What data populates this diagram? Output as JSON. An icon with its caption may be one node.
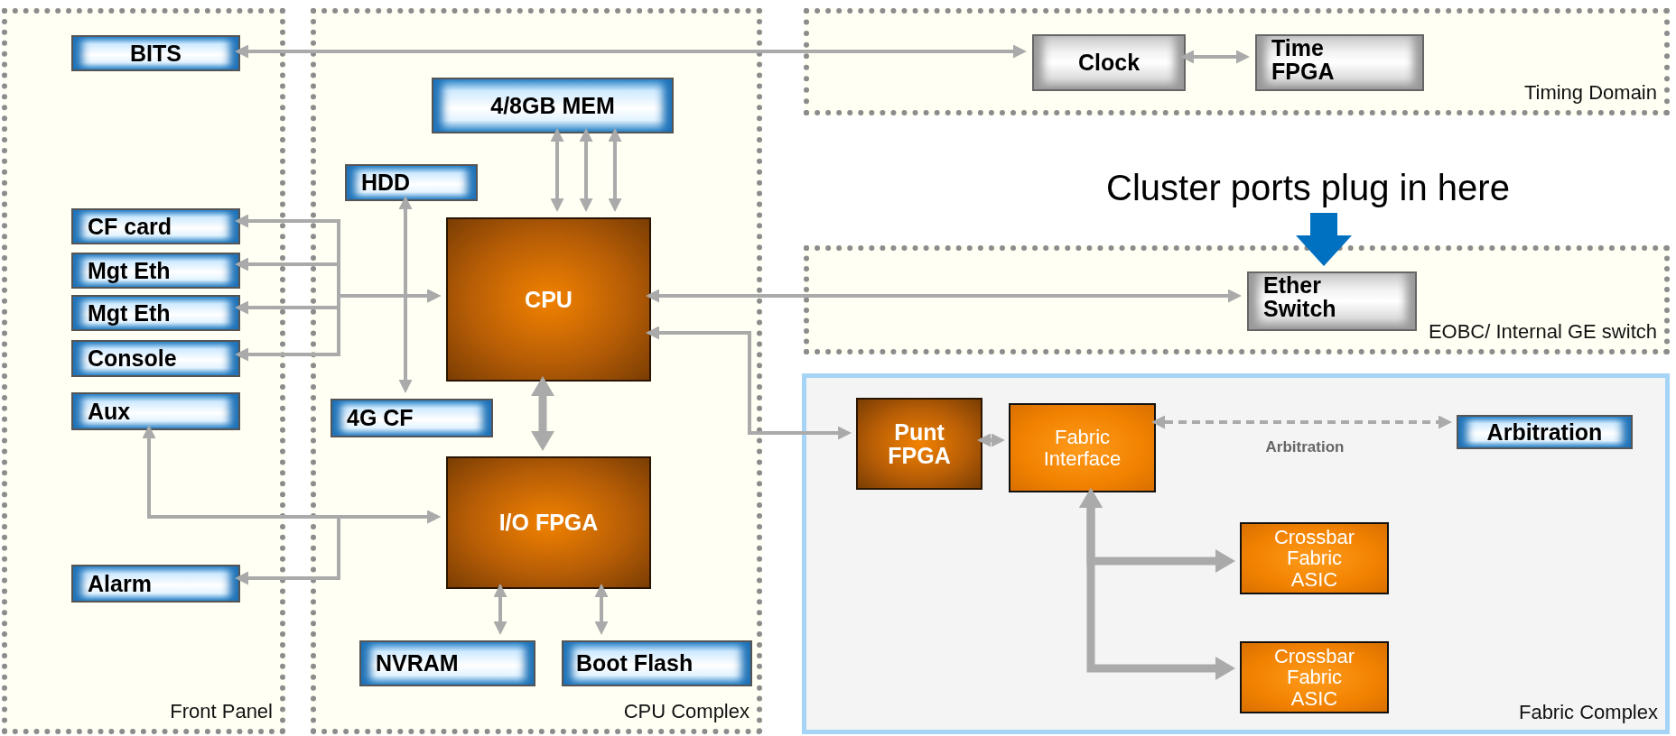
{
  "diagram": {
    "nodes": [
      {
        "text": [
          "Front Panel"
        ]
      },
      {
        "text": [
          "CPU Complex"
        ]
      },
      {
        "text": [
          "Timing Domain"
        ]
      },
      {
        "text": [
          "EOBC/ Internal GE switch"
        ]
      },
      {
        "text": [
          "Fabric Complex"
        ]
      },
      {
        "text": [
          "BITS"
        ],
        "in": 0
      },
      {
        "text": [
          "CF card"
        ],
        "in": 0
      },
      {
        "text": [
          "Mgt Eth"
        ],
        "in": 0
      },
      {
        "text": [
          "Mgt Eth"
        ],
        "in": 0
      },
      {
        "text": [
          "Console"
        ],
        "in": 0
      },
      {
        "text": [
          "Aux"
        ],
        "in": 0
      },
      {
        "text": [
          "Alarm"
        ],
        "in": 0
      },
      {
        "text": [
          "4/8GB MEM"
        ],
        "in": 1
      },
      {
        "text": [
          "HDD"
        ],
        "in": 1
      },
      {
        "text": [
          "CPU"
        ],
        "in": 1
      },
      {
        "text": [
          "4G CF"
        ],
        "in": 1
      },
      {
        "text": [
          "I/O FPGA"
        ],
        "in": 1
      },
      {
        "text": [
          "NVRAM"
        ],
        "in": 1
      },
      {
        "text": [
          "Boot Flash"
        ],
        "in": 1
      },
      {
        "text": [
          "Clock"
        ],
        "in": 2
      },
      {
        "text": [
          "Time FPGA"
        ],
        "in": 2
      },
      {
        "text": [
          "Cluster ports plug in here"
        ]
      },
      {
        "text": [
          "Ether Switch"
        ],
        "in": 3
      },
      {
        "text": [
          "Punt FPGA"
        ],
        "in": 4
      },
      {
        "text": [
          "Fabric Interface"
        ],
        "in": 4
      },
      {
        "text": [
          "Arbitration"
        ],
        "in": 4
      },
      {
        "text": [
          "Crossbar Fabric ASIC"
        ],
        "in": 4
      },
      {
        "text": [
          "Crossbar Fabric ASIC"
        ],
        "in": 4
      }
    ],
    "edges": [
      {
        "from": 5,
        "to": 19,
        "arrow": "both"
      },
      {
        "from": 19,
        "to": 20,
        "arrow": "both"
      },
      {
        "from": 12,
        "to": 14,
        "arrow": "both"
      },
      {
        "from": 12,
        "to": 14,
        "arrow": "both"
      },
      {
        "from": 12,
        "to": 14,
        "arrow": "both"
      },
      {
        "from": 13,
        "to": 15,
        "arrow": "both"
      },
      {
        "from": 14,
        "to": 6,
        "arrow": "both"
      },
      {
        "from": 14,
        "to": 7,
        "arrow": "both"
      },
      {
        "from": 14,
        "to": 8,
        "arrow": "both"
      },
      {
        "from": 14,
        "to": 9,
        "arrow": "both"
      },
      {
        "from": 14,
        "to": 22,
        "arrow": "both"
      },
      {
        "from": 14,
        "to": 23,
        "arrow": "both"
      },
      {
        "from": 14,
        "to": 16,
        "arrow": "both",
        "style": "thick"
      },
      {
        "from": 16,
        "to": 10,
        "arrow": "both"
      },
      {
        "from": 16,
        "to": 11,
        "arrow": "both"
      },
      {
        "from": 16,
        "to": 17,
        "arrow": "both"
      },
      {
        "from": 16,
        "to": 18,
        "arrow": "both"
      },
      {
        "from": 23,
        "to": 24,
        "arrow": "both"
      },
      {
        "from": 24,
        "to": 25,
        "arrow": "both",
        "style": "dashed",
        "label": "Arbitration"
      },
      {
        "from": 24,
        "to": 26,
        "arrow": "both",
        "style": "thick"
      },
      {
        "from": 24,
        "to": 27,
        "arrow": "both",
        "style": "thick"
      },
      {
        "from": 21,
        "to": 22,
        "arrow": "to",
        "style": "thick",
        "color": "#0070c0"
      }
    ]
  }
}
